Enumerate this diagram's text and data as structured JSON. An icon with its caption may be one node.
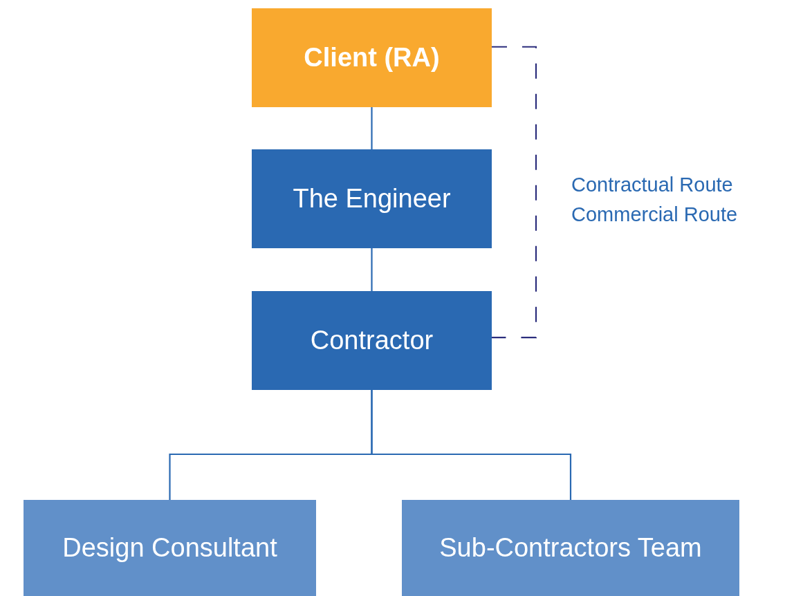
{
  "diagram": {
    "nodes": [
      {
        "text": [
          "Client (RA)"
        ]
      },
      {
        "text": [
          "The Engineer"
        ]
      },
      {
        "text": [
          "Contractor"
        ]
      },
      {
        "text": [
          "Design Consultant"
        ]
      },
      {
        "text": [
          "Sub-Contractors Team"
        ]
      }
    ],
    "edges": [
      {
        "from": 0,
        "to": 1,
        "arrow": "none"
      },
      {
        "from": 1,
        "to": 2,
        "arrow": "none"
      },
      {
        "from": 2,
        "to": 3,
        "arrow": "none"
      },
      {
        "from": 2,
        "to": 4,
        "arrow": "none"
      },
      {
        "from": 0,
        "to": 2,
        "arrow": "none",
        "style": "dashed",
        "color": "#2b2d7c"
      }
    ],
    "labels": [
      "Contractual Route",
      "Commercial Route"
    ]
  }
}
